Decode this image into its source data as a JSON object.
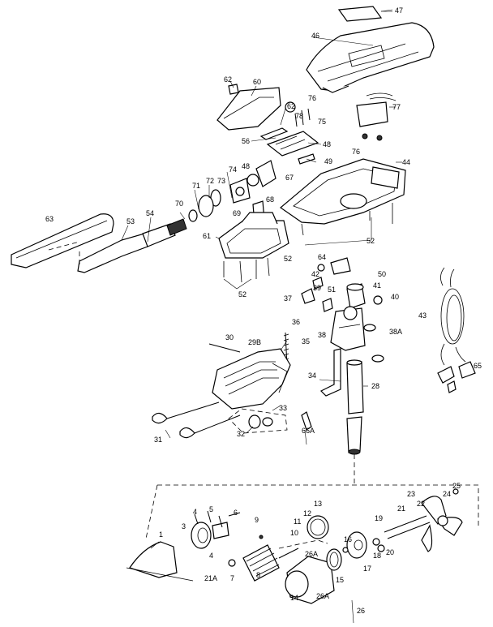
{
  "labels": {
    "p47": "47",
    "p46": "46",
    "p62a": "62",
    "p60": "60",
    "p62b": "62",
    "p76a": "76",
    "p78": "78",
    "p75": "75",
    "p77": "77",
    "p56": "56",
    "p48a": "48",
    "p76b": "76",
    "p49": "49",
    "p44": "44",
    "p48b": "48",
    "p67": "67",
    "p74": "74",
    "p72": "72",
    "p73": "73",
    "p71": "71",
    "p70": "70",
    "p68": "68",
    "p69": "69",
    "p63": "63",
    "p53": "53",
    "p54": "54",
    "p61": "61",
    "p52a": "52",
    "p52b": "52",
    "p52c": "52",
    "p64": "64",
    "p42": "42",
    "p50": "50",
    "p51": "51",
    "p41": "41",
    "p37": "37",
    "p39": "39",
    "p40": "40",
    "p38": "38",
    "p38a": "38A",
    "p43": "43",
    "p36": "36",
    "p35": "35",
    "p30": "30",
    "p29b": "29B",
    "p34": "34",
    "p28": "28",
    "p65": "65",
    "p33": "33",
    "p31": "31",
    "p32": "32",
    "p66a": "66A",
    "p13": "13",
    "p12": "12",
    "p11": "11",
    "p10": "10",
    "p9": "9",
    "p4a": "4",
    "p5": "5",
    "p6": "6",
    "p3": "3",
    "p4b": "4",
    "p1": "1",
    "p7": "7",
    "p8": "8",
    "p21a": "21A",
    "p26aa": "26A",
    "p26ab": "26A",
    "p14": "14",
    "p15": "15",
    "p16": "16",
    "p17": "17",
    "p18": "18",
    "p19": "19",
    "p20": "20",
    "p21": "21",
    "p22": "22",
    "p23": "23",
    "p24": "24",
    "p25": "25",
    "p26": "26"
  }
}
